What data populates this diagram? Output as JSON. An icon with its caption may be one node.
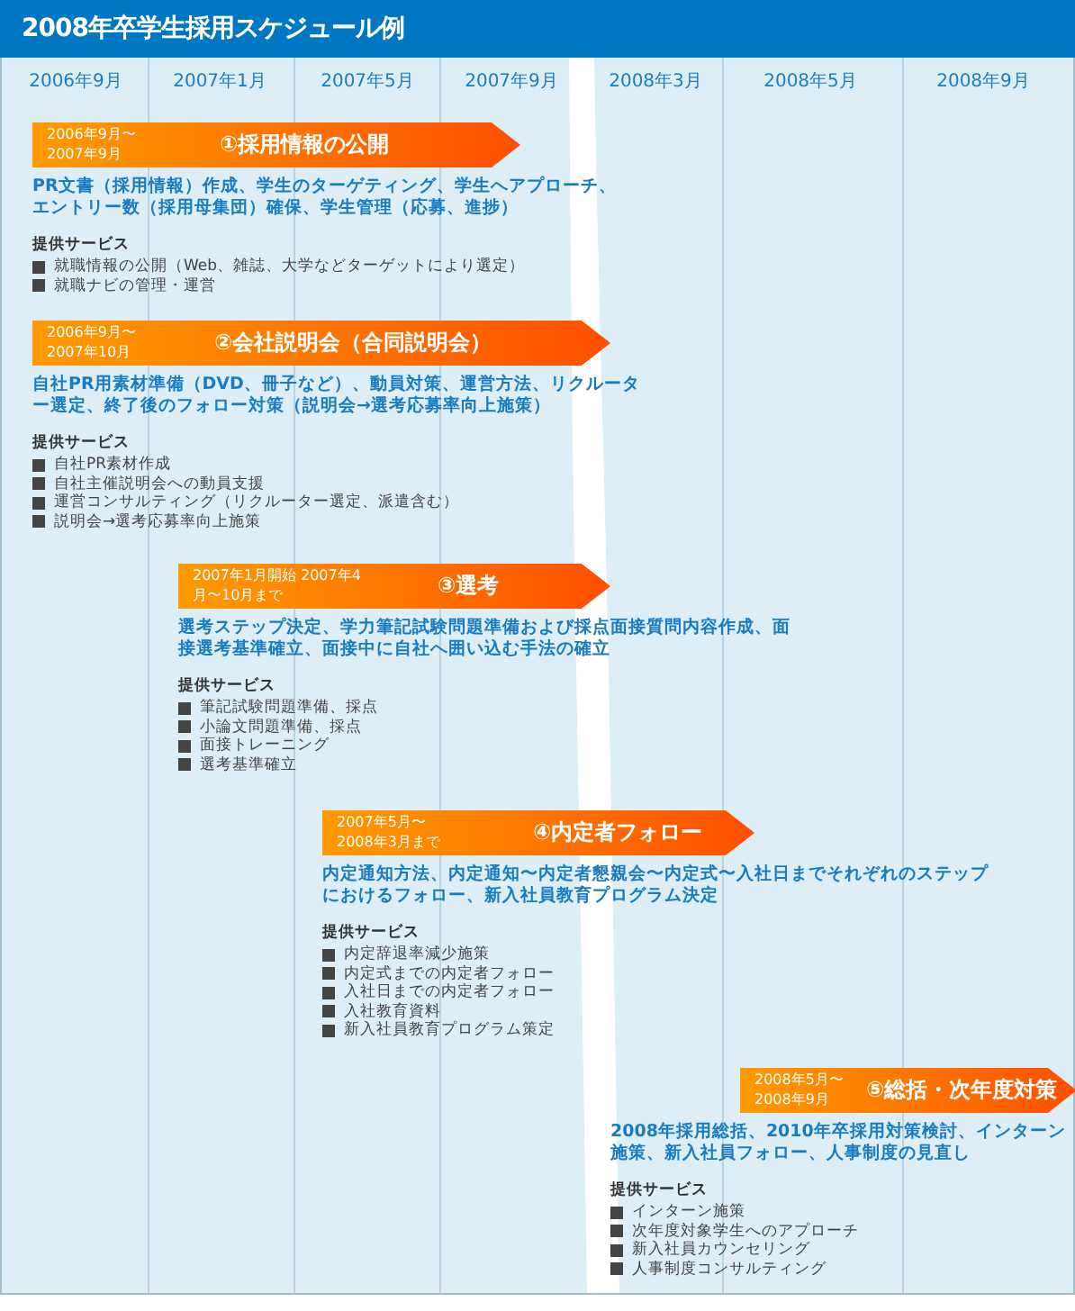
{
  "diagram": {
    "title": "2008年卒学生採用スケジュール例",
    "nodes": [
      {
        "text": [
          "2006年9月〜 2007年9月",
          "①採用情報の公開"
        ],
        "beside": [
          "PR文書（採用情報）作成、学生のターゲティング、学生へアプローチ、エントリー数（採用母集団）確保、学生管理（応募、進捗）",
          "提供サービス",
          "就職情報の公開（Web、雑誌、大学などターゲットにより選定）",
          "就職ナビの管理・運営"
        ]
      },
      {
        "text": [
          "2006年9月〜 2007年10月",
          "②会社説明会（合同説明会）"
        ],
        "beside": [
          "自社PR用素材準備（DVD、冊子など）、動員対策、運営方法、リクルーター選定、終了後のフォロー対策（説明会→選考応募率向上施策）",
          "提供サービス",
          "自社PR素材作成",
          "自社主催説明会への動員支援",
          "運営コンサルティング（リクルーター選定、派遣含む）",
          "説明会→選考応募率向上施策"
        ]
      },
      {
        "text": [
          "2007年1月開始 2007年4月〜10月まで",
          "③選考"
        ],
        "beside": [
          "選考ステップ決定、学力筆記試験問題準備および採点面接質問内容作成、面接選考基準確立、面接中に自社へ囲い込む手法の確立",
          "提供サービス",
          "筆記試験問題準備、採点",
          "小論文問題準備、採点",
          "面接トレーニング",
          "選考基準確立"
        ]
      },
      {
        "text": [
          "2007年5月〜 2008年3月まで",
          "④内定者フォロー"
        ],
        "beside": [
          "内定通知方法、内定通知〜内定者懇親会〜内定式〜入社日までそれぞれのステップにおけるフォロー、新入社員教育プログラム決定",
          "提供サービス",
          "内定辞退率減少施策",
          "内定式までの内定者フォロー",
          "入社日までの内定者フォロー",
          "入社教育資料",
          "新入社員教育プログラム策定"
        ]
      },
      {
        "text": [
          "2008年5月〜 2008年9月",
          "⑤総括・次年度対策"
        ],
        "beside": [
          "2008年採用総括、2010年卒採用対策検討、インターン施策、新入社員フォロー、人事制度の見直し",
          "提供サービス",
          "インターン施策",
          "次年度対象学生へのアプローチ",
          "新入社員カウンセリング",
          "人事制度コンサルティング"
        ]
      }
    ],
    "labels": [
      "2006年9月",
      "2007年1月",
      "2007年5月",
      "2007年9月",
      "2008年3月",
      "2008年5月",
      "2008年9月"
    ]
  }
}
